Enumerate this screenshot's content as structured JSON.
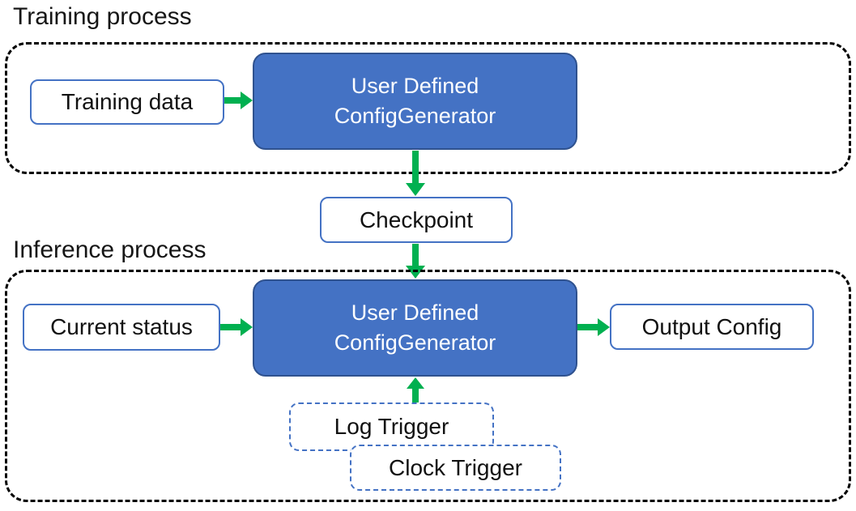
{
  "colors": {
    "generator_fill": "#4472C4",
    "generator_border": "#2F528F",
    "white_box_outline": "#4472C4",
    "trigger_dashed_outline": "#4472C4",
    "container_dashed_outline": "#000000",
    "arrow_green": "#00B050",
    "text_dark": "#111111",
    "text_light": "#FFFFFF"
  },
  "training": {
    "title": "Training process",
    "data_box": "Training data",
    "generator": {
      "line1": "User Defined",
      "line2": "ConfigGenerator"
    }
  },
  "checkpoint": {
    "label": "Checkpoint"
  },
  "inference": {
    "title": "Inference process",
    "status_box": "Current status",
    "generator": {
      "line1": "User Defined",
      "line2": "ConfigGenerator"
    },
    "output_box": "Output Config",
    "log_trigger": "Log Trigger",
    "clock_trigger": "Clock Trigger"
  },
  "connections": [
    {
      "from": "Training data",
      "to": "User Defined ConfigGenerator (training)",
      "direction": "right"
    },
    {
      "from": "User Defined ConfigGenerator (training)",
      "to": "Checkpoint",
      "direction": "down"
    },
    {
      "from": "Checkpoint",
      "to": "User Defined ConfigGenerator (inference)",
      "direction": "down"
    },
    {
      "from": "Current status",
      "to": "User Defined ConfigGenerator (inference)",
      "direction": "right"
    },
    {
      "from": "User Defined ConfigGenerator (inference)",
      "to": "Output Config",
      "direction": "right"
    },
    {
      "from": "Log Trigger / Clock Trigger",
      "to": "User Defined ConfigGenerator (inference)",
      "direction": "up"
    }
  ]
}
